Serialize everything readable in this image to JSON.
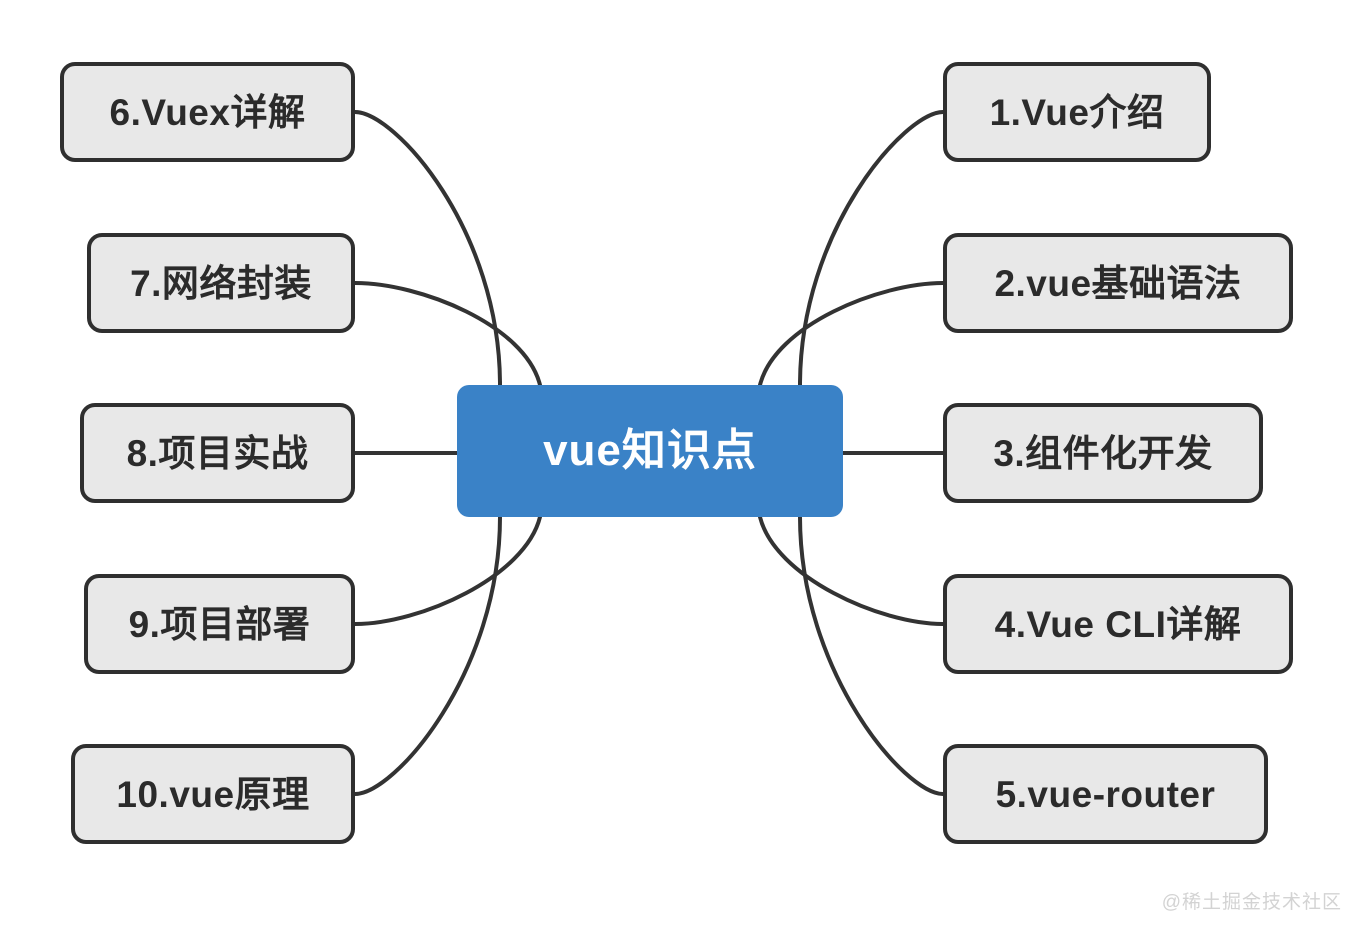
{
  "diagram": {
    "title": "vue知识点",
    "type": "mind-map",
    "center": {
      "label": "vue知识点",
      "fill": "#3a82c7",
      "text_color": "#ffffff"
    },
    "node_style": {
      "fill": "#e8e8e8",
      "border_color": "#2f2f2f",
      "text_color": "#2b2b2b"
    },
    "connector_color": "#333333",
    "background": "#ffffff",
    "branches_right": [
      {
        "id": "1",
        "label": "1.Vue介绍"
      },
      {
        "id": "2",
        "label": "2.vue基础语法"
      },
      {
        "id": "3",
        "label": "3.组件化开发"
      },
      {
        "id": "4",
        "label": "4.Vue CLI详解"
      },
      {
        "id": "5",
        "label": "5.vue-router"
      }
    ],
    "branches_left": [
      {
        "id": "6",
        "label": "6.Vuex详解"
      },
      {
        "id": "7",
        "label": "7.网络封装"
      },
      {
        "id": "8",
        "label": "8.项目实战"
      },
      {
        "id": "9",
        "label": "9.项目部署"
      },
      {
        "id": "10",
        "label": "10.vue原理"
      }
    ]
  },
  "watermark": {
    "text": "@稀土掘金技术社区"
  }
}
